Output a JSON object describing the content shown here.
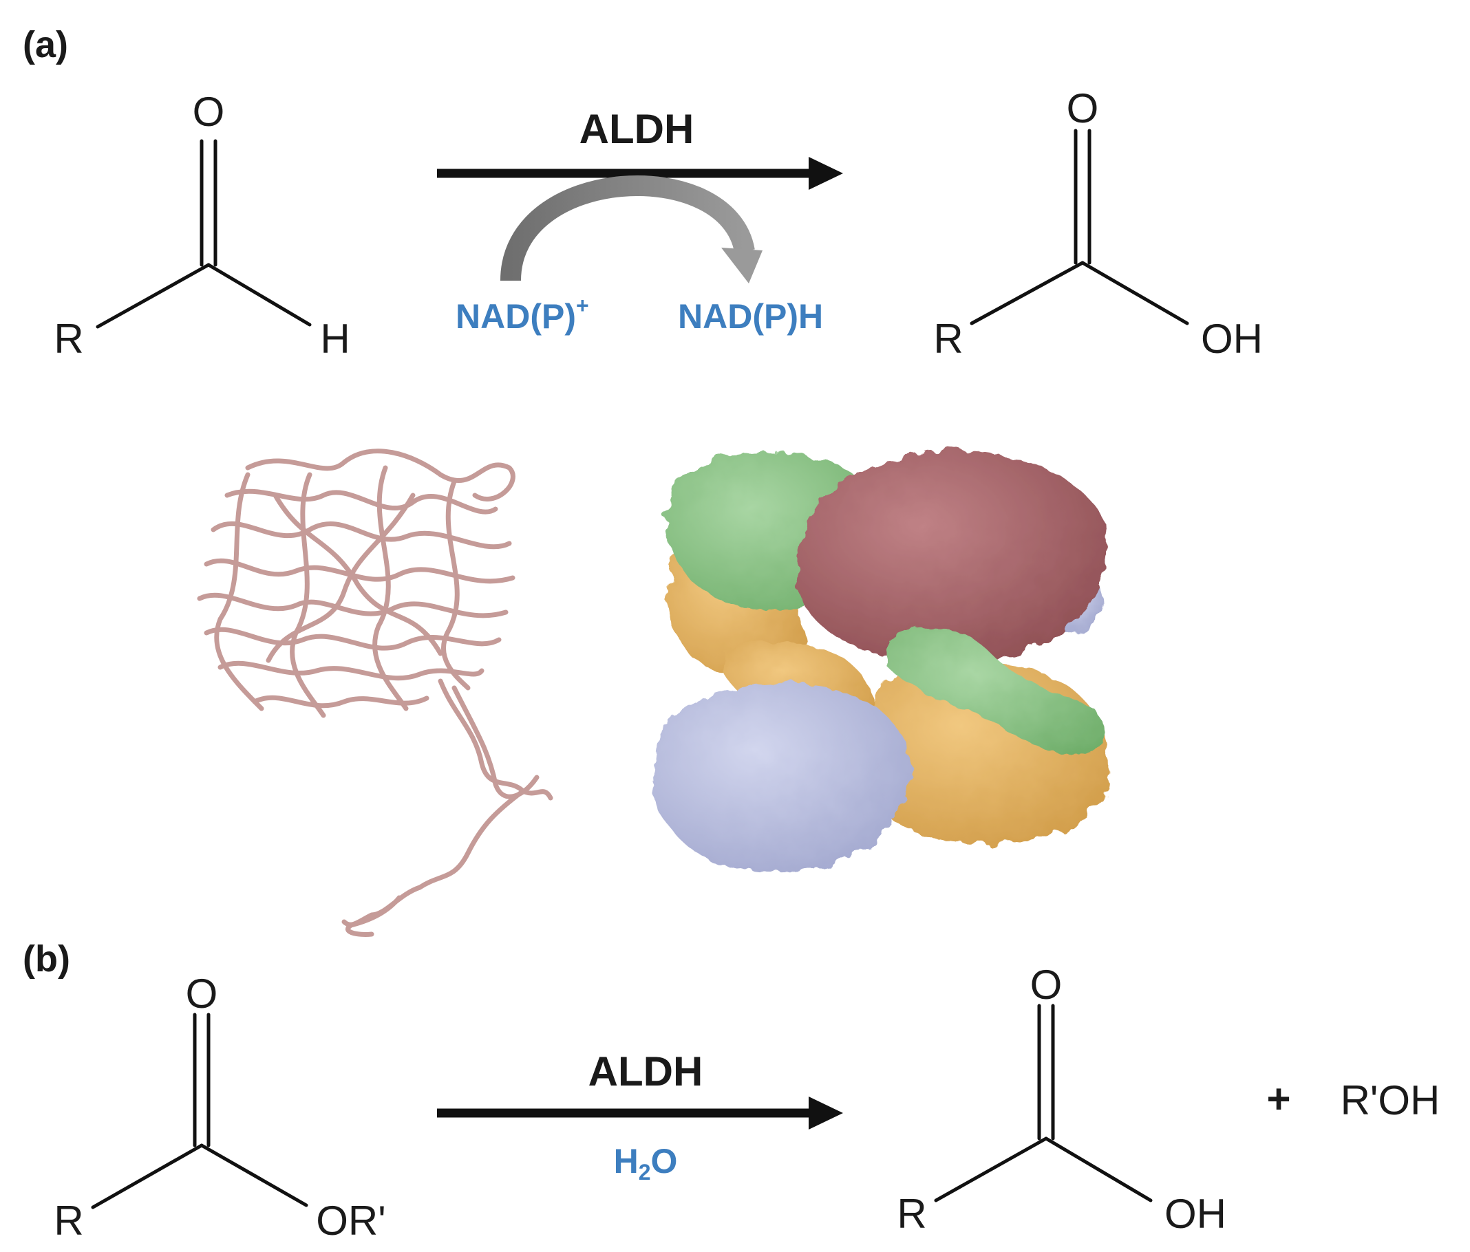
{
  "panel_a": {
    "label": "(a)",
    "substrate": {
      "O": "O",
      "R": "R",
      "H": "H"
    },
    "enzyme": "ALDH",
    "cofactor_in": "NAD(P)",
    "cofactor_in_sup": "+",
    "cofactor_out": "NAD(P)H",
    "product": {
      "O": "O",
      "R": "R",
      "OH": "OH"
    }
  },
  "structures": {
    "ribbon_color": "#c59b98",
    "surface_colors": {
      "green": "#8fc68a",
      "maroon": "#a86468",
      "orange": "#e7b260",
      "lavender": "#b9bedf"
    }
  },
  "panel_b": {
    "label": "(b)",
    "substrate": {
      "O": "O",
      "R": "R",
      "OR": "OR'"
    },
    "enzyme": "ALDH",
    "reagent_main": "H",
    "reagent_sub": "2",
    "reagent_tail": "O",
    "product": {
      "O": "O",
      "R": "R",
      "OH": "OH"
    },
    "plus": "+",
    "byproduct": "R'OH"
  },
  "colors": {
    "accent_blue": "#3d7ebf",
    "arrow_gray": "#7a7a7a"
  }
}
